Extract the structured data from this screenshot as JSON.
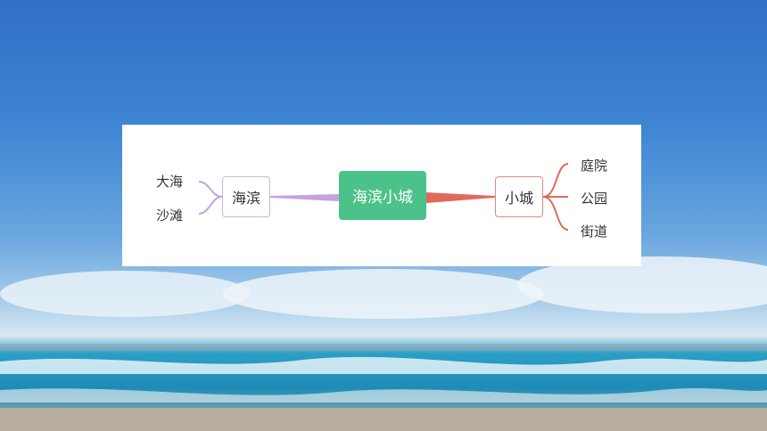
{
  "mindmap": {
    "root": "海滨小城",
    "left_branch": {
      "label": "海滨",
      "children": [
        "大海",
        "沙滩"
      ]
    },
    "right_branch": {
      "label": "小城",
      "children": [
        "庭院",
        "公园",
        "街道"
      ]
    }
  },
  "colors": {
    "root": "#4cc28b",
    "left_branch": "#c9a0e0",
    "right_branch": "#e06a5a"
  }
}
